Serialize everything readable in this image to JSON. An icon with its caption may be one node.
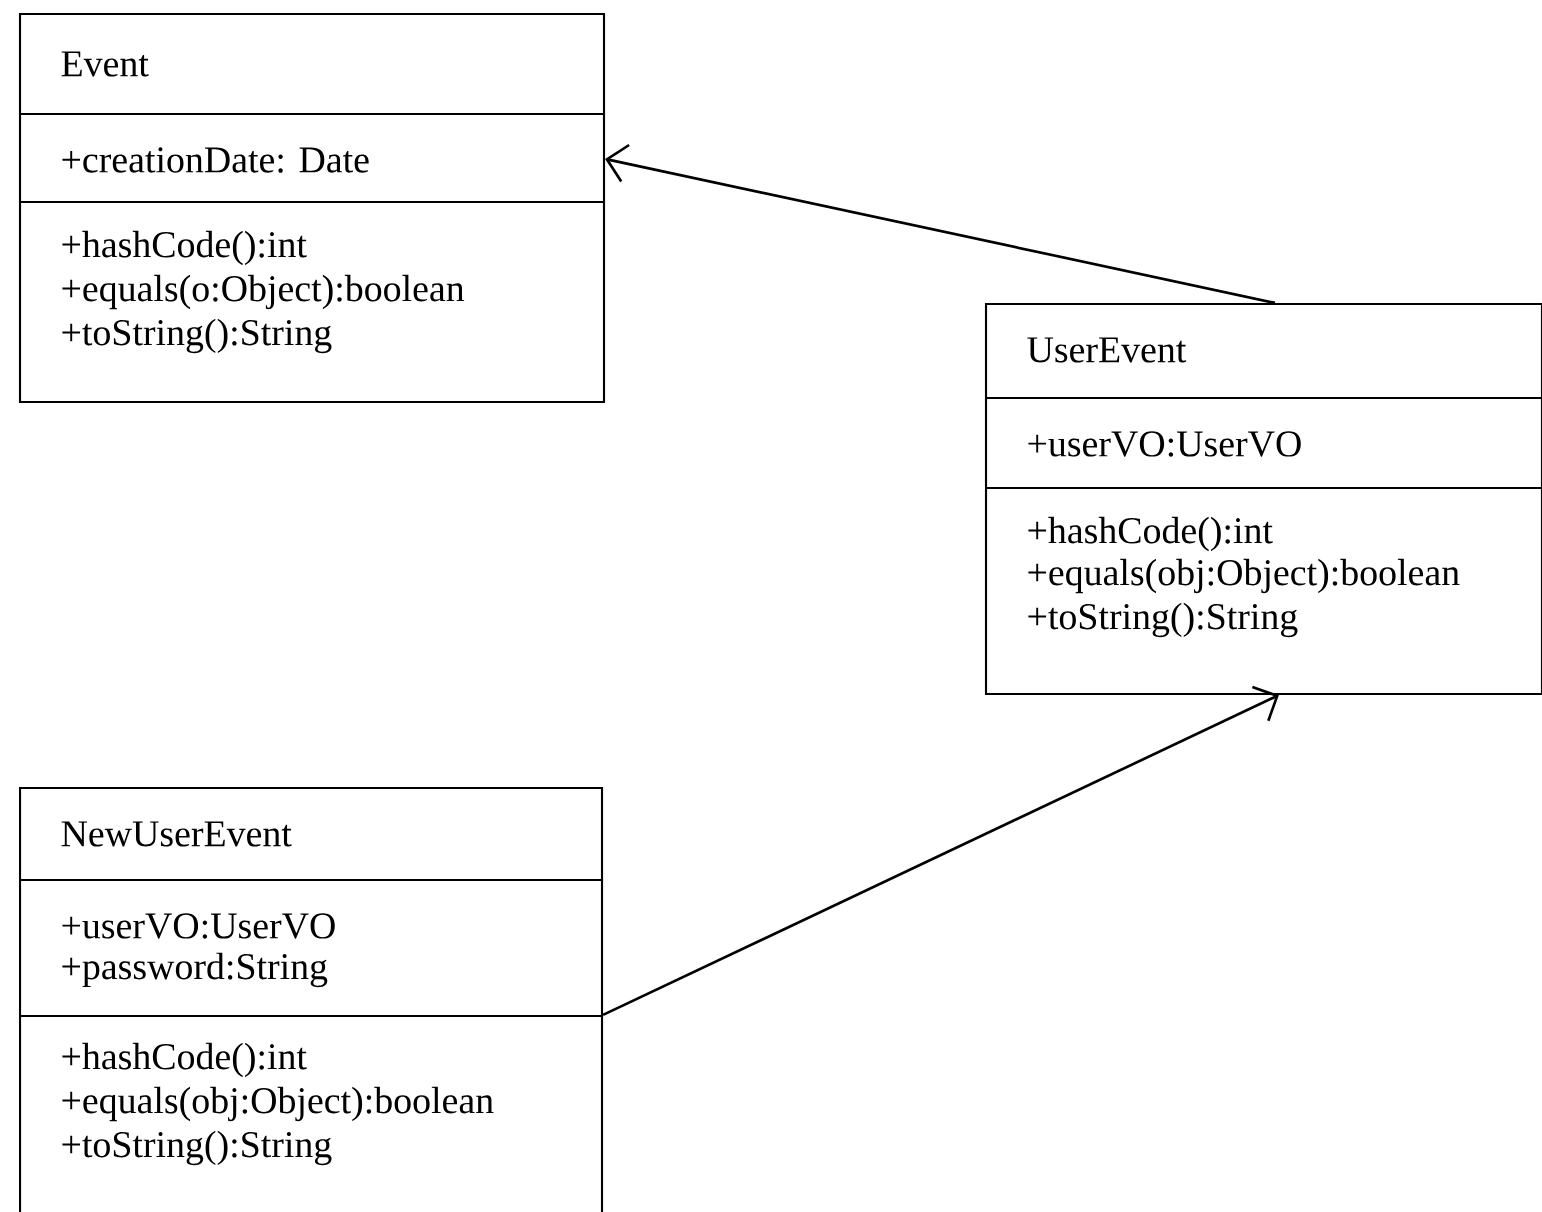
{
  "diagram": {
    "nodes": [
      {
        "text": [
          "Event",
          "+creationDate: Date",
          "+hashCode():int",
          "+equals(o:Object):boolean",
          "+toString():String"
        ]
      },
      {
        "text": [
          "UserEvent",
          "+userVO:UserVO",
          "+hashCode():int",
          "+equals(obj:Object):boolean",
          "+toString():String"
        ]
      },
      {
        "text": [
          "NewUserEvent",
          "+userVO:UserVO",
          "+password:String",
          "+hashCode():int",
          "+equals(obj:Object):boolean",
          "+toString():String"
        ]
      }
    ],
    "edges": [
      {
        "from": 1,
        "to": 0,
        "arrow": "to"
      },
      {
        "from": 2,
        "to": 1,
        "arrow": "to"
      }
    ]
  }
}
